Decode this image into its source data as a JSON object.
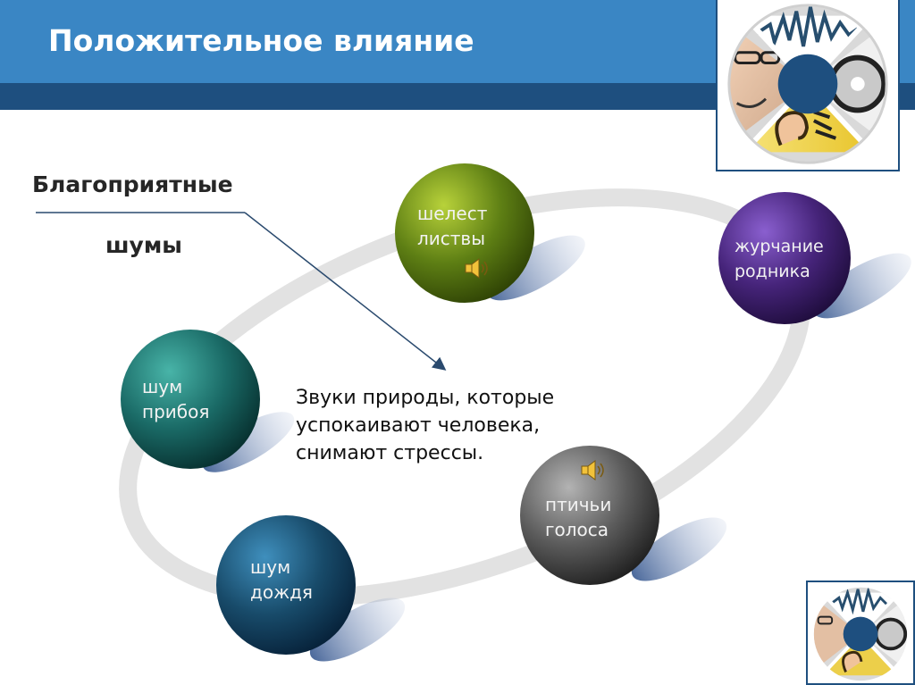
{
  "header": {
    "title": "Положительное влияние"
  },
  "left_label": {
    "line1": "Благоприятные",
    "line2": "шумы"
  },
  "center_text": {
    "line1": "Звуки природы, которые",
    "line2": "успокаивают человека,",
    "line3": "снимают стрессы."
  },
  "spheres": [
    {
      "id": "leaves",
      "line1": "шелест",
      "line2": "листвы",
      "color": "#6a8c1a",
      "has_sound_icon": true
    },
    {
      "id": "spring",
      "line1": "журчание",
      "line2": "родника",
      "color": "#4b2a7a",
      "has_sound_icon": false
    },
    {
      "id": "surf",
      "line1": "шум",
      "line2": "прибоя",
      "color": "#1f7470",
      "has_sound_icon": false
    },
    {
      "id": "birds",
      "line1": "птичьи",
      "line2": "голоса",
      "color": "#6b6b6b",
      "has_sound_icon": true
    },
    {
      "id": "rain",
      "line1": "шум",
      "line2": "дождя",
      "color": "#1d4f6e",
      "has_sound_icon": false
    }
  ],
  "icons": {
    "sound": "speaker-icon",
    "emblem": "ear-sound-emblem"
  }
}
